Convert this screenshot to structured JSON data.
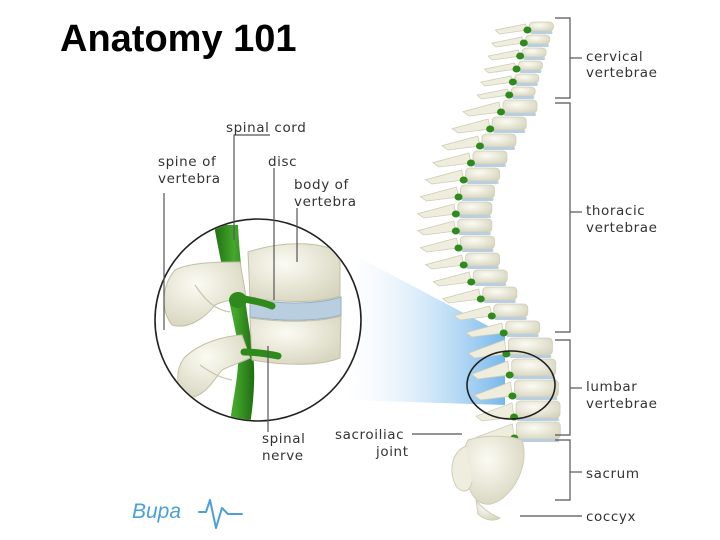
{
  "title": "Anatomy 101",
  "labels": {
    "spinal_cord": "spinal cord",
    "spine_of_vertebra": [
      "spine of",
      "vertebra"
    ],
    "disc": "disc",
    "body_of_vertebra": [
      "body of",
      "vertebra"
    ],
    "spinal_nerve": [
      "spinal",
      "nerve"
    ],
    "sacroiliac_joint": [
      "sacroiliac",
      "joint"
    ]
  },
  "regions": {
    "cervical": [
      "cervical",
      "vertebrae"
    ],
    "thoracic": [
      "thoracic",
      "vertebrae"
    ],
    "lumbar": [
      "lumbar",
      "vertebrae"
    ],
    "sacrum": "sacrum",
    "coccyx": "coccyx"
  },
  "logo": {
    "text": "Bupa"
  },
  "colors": {
    "bone": "#efeede",
    "bone_shade": "#cfcdb6",
    "nerve": "#2f8a1c",
    "disc": "#b9cfe0",
    "zoom_beam": "#6fb4ea",
    "brand": "#4aa0d8",
    "leader": "#555555"
  },
  "icons": [
    "bupa-heartbeat-icon"
  ]
}
